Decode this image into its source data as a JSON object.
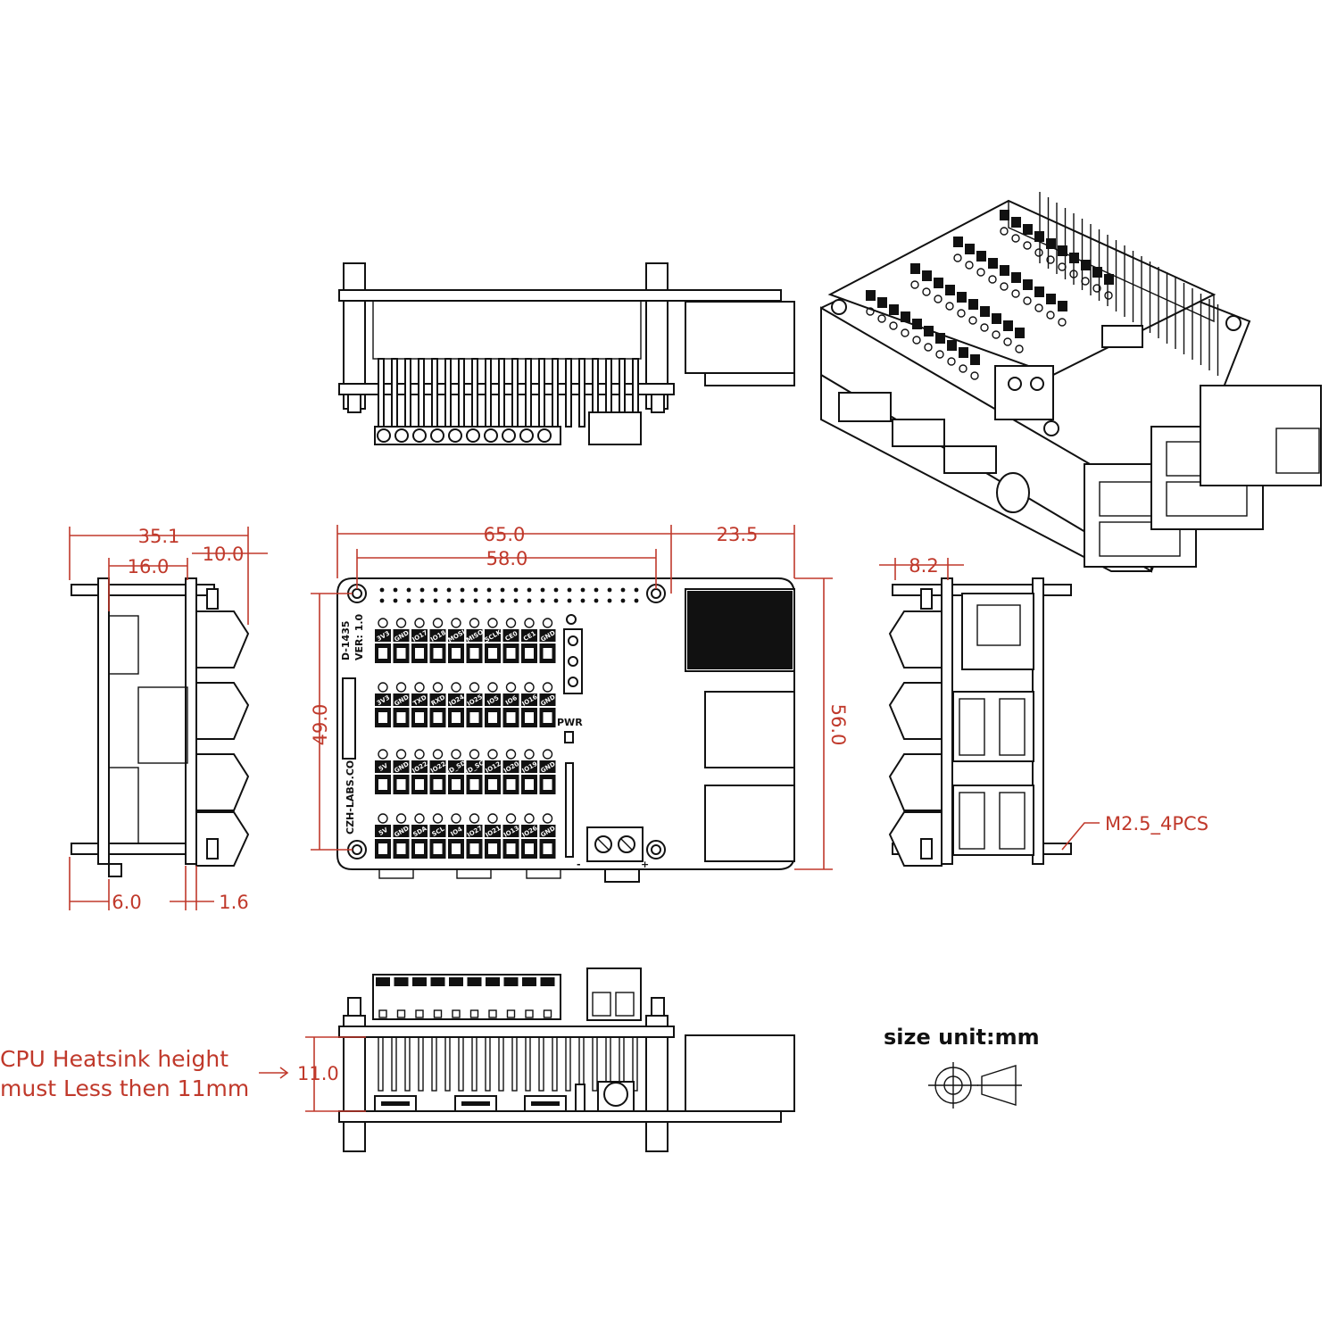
{
  "board": {
    "model": "D-1435",
    "version": "VER: 1.0",
    "website": "CZH-LABS.COM",
    "pwr_label": "PWR",
    "terminal_minus": "-",
    "terminal_plus": "+"
  },
  "pin_rows": [
    [
      "3V3",
      "GND",
      "IO17",
      "IO18",
      "MOSI",
      "MISO",
      "SCLK",
      "CE0",
      "CE1",
      "GND"
    ],
    [
      "3V3",
      "GND",
      "TXD",
      "RXD",
      "IO24",
      "IO25",
      "IO5",
      "IO6",
      "IO16",
      "GND"
    ],
    [
      "5V",
      "GND",
      "IO22",
      "IO22",
      "ID_SD",
      "ID_SC",
      "IO12",
      "IO20",
      "IO19",
      "GND"
    ],
    [
      "5V",
      "GND",
      "SDA",
      "SCL",
      "IO4",
      "IO27",
      "IO21",
      "IO13",
      "IO26",
      "GND"
    ]
  ],
  "dimensions": {
    "top_width": "65.0",
    "hole_spacing_x": "58.0",
    "overhang": "23.5",
    "hole_spacing_y": "49.0",
    "board_height": "56.0",
    "left_total": "35.1",
    "left_body": "16.0",
    "left_top": "10.0",
    "left_bottom": "6.0",
    "left_pcb": "1.6",
    "right_offset": "8.2",
    "heatsink": "11.0"
  },
  "annotations": {
    "screws": "M2.5_4PCS",
    "heatsink_note_line1": "CPU Heatsink height",
    "heatsink_note_line2": "must Less then 11mm",
    "units": "size unit:mm"
  },
  "colors": {
    "dimension": "#c0392b",
    "line": "#111111"
  }
}
